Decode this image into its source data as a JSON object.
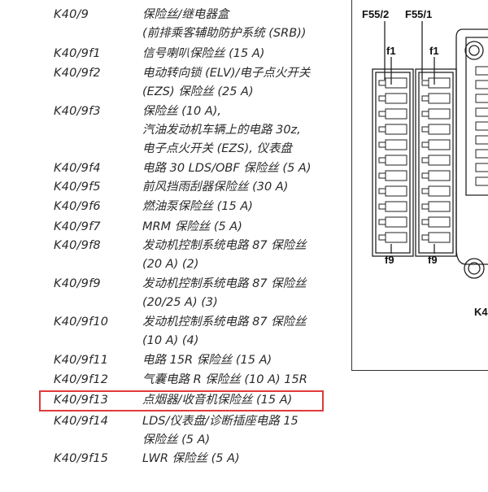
{
  "rows": [
    {
      "code": "K40/9",
      "lines": [
        "保险丝/继电器盒",
        "(前排乘客辅助防护系统 (SRB))"
      ]
    },
    {
      "code": "K40/9f1",
      "lines": [
        "信号喇叭保险丝 (15 A)"
      ]
    },
    {
      "code": "K40/9f2",
      "lines": [
        "电动转向锁 (ELV)/电子点火开关",
        "(EZS) 保险丝 (25 A)"
      ]
    },
    {
      "code": "K40/9f3",
      "lines": [
        "保险丝 (10 A),",
        "汽油发动机车辆上的电路 30z,",
        "电子点火开关 (EZS), 仪表盘"
      ]
    },
    {
      "code": "K40/9f4",
      "lines": [
        "电路 30 LDS/OBF 保险丝 (5 A)"
      ]
    },
    {
      "code": "K40/9f5",
      "lines": [
        "前风挡雨刮器保险丝 (30 A)"
      ]
    },
    {
      "code": "K40/9f6",
      "lines": [
        "燃油泵保险丝 (15 A)"
      ]
    },
    {
      "code": "K40/9f7",
      "lines": [
        "MRM 保险丝 (5 A)"
      ]
    },
    {
      "code": "K40/9f8",
      "lines": [
        "发动机控制系统电路 87 保险丝",
        "(20 A) (2)"
      ]
    },
    {
      "code": "K40/9f9",
      "lines": [
        "发动机控制系统电路 87 保险丝",
        "(20/25 A) (3)"
      ]
    },
    {
      "code": "K40/9f10",
      "lines": [
        "发动机控制系统电路 87 保险丝",
        "(10 A) (4)"
      ]
    },
    {
      "code": "K40/9f11",
      "lines": [
        "电路 15R 保险丝 (15 A)"
      ]
    },
    {
      "code": "K40/9f12",
      "lines": [
        "气囊电路 R 保险丝 (10 A) 15R"
      ]
    },
    {
      "code": "K40/9f13",
      "lines": [
        "点烟器/收音机保险丝 (15 A)"
      ]
    },
    {
      "code": "K40/9f14",
      "lines": [
        "LDS/仪表盘/诊断插座电路 15",
        "保险丝 (5 A)"
      ]
    },
    {
      "code": "K40/9f15",
      "lines": [
        "LWR 保险丝 (5 A)"
      ]
    }
  ],
  "highlighted_code": "K40/9f13",
  "diagram": {
    "label_left": "F55/2",
    "label_right": "F55/1",
    "f1_left": "f1",
    "f1_right": "f1",
    "f9_left": "f9",
    "f9_right": "f9",
    "corner_label": "K4"
  },
  "colors": {
    "highlight": "#e03a3a",
    "text": "#2a2a2a"
  }
}
